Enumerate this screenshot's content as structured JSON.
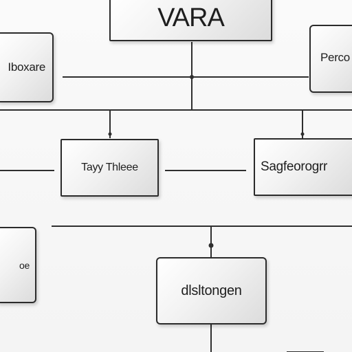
{
  "diagram": {
    "nodes": {
      "top": "VARA",
      "left_upper": "Iboxare",
      "right_upper": "Perco",
      "middle_left": "Tayy Thleee",
      "middle_right": "Sagfeorogrr",
      "left_lower": "oe",
      "bottom": "dlsltongen"
    }
  }
}
